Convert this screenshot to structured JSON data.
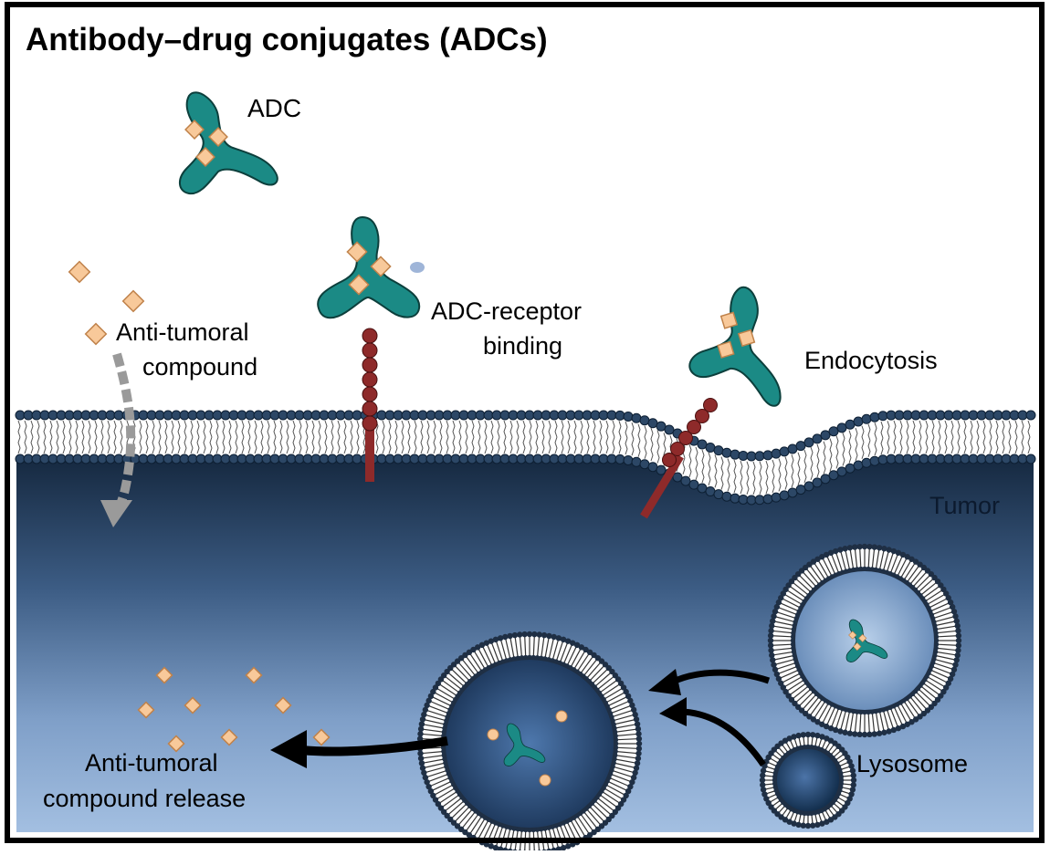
{
  "title": "Antibody–drug conjugates (ADCs)",
  "labels": {
    "adc": "ADC",
    "compound_line1": "Anti-tumoral",
    "compound_line2": "compound",
    "binding_line1": "ADC-receptor",
    "binding_line2": "binding",
    "endocytosis": "Endocytosis",
    "tumor": "Tumor",
    "lysosome": "Lysosome",
    "release_line1": "Anti-tumoral",
    "release_line2": "compound release"
  },
  "colors": {
    "antibody": "#1b8a85",
    "drug": "#f8c99a",
    "receptor": "#8e2a2a",
    "membrane_head": "#2c4766",
    "cell_top": "#162a45",
    "cell_bottom": "#9ab8dc"
  }
}
